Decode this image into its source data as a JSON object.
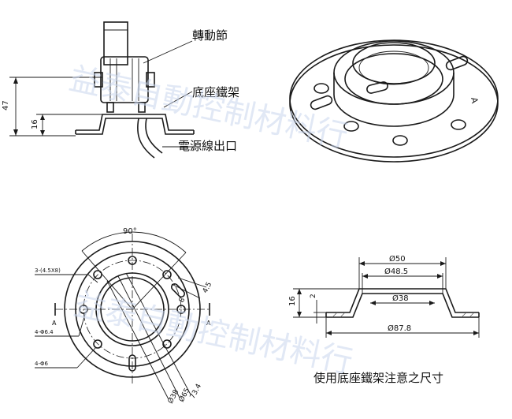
{
  "labels": {
    "motor": "轉動節",
    "bracket": "底座鐵架",
    "cable": "電源線出口",
    "caption": "使用底座鐵架注意之尺寸"
  },
  "side_view": {
    "height_total": "47",
    "height_base": "16"
  },
  "iso_view": {
    "text": "A"
  },
  "top_view": {
    "angle": "90°",
    "slots": "3-(4.5X8)",
    "holes_small": "4-Φ6.4",
    "holes_large": "4-Φ6",
    "d_inner": "Ø38",
    "d_mid": "Ø65",
    "d_outer": "73.4",
    "w1": "8",
    "w2": "4.5",
    "section_left": "A",
    "section_right": "A"
  },
  "section_view": {
    "d50": "Ø50",
    "d48_5": "Ø48.5",
    "d38": "Ø38",
    "d87_8": "Ø87.8",
    "h16": "16",
    "h2": "2"
  },
  "watermark": {
    "line1": "益泰自動控制材料行",
    "line2": "益泰自動控制材料行"
  },
  "colors": {
    "ink": "#1a1a1a",
    "watermark": "#c9d6ee"
  }
}
